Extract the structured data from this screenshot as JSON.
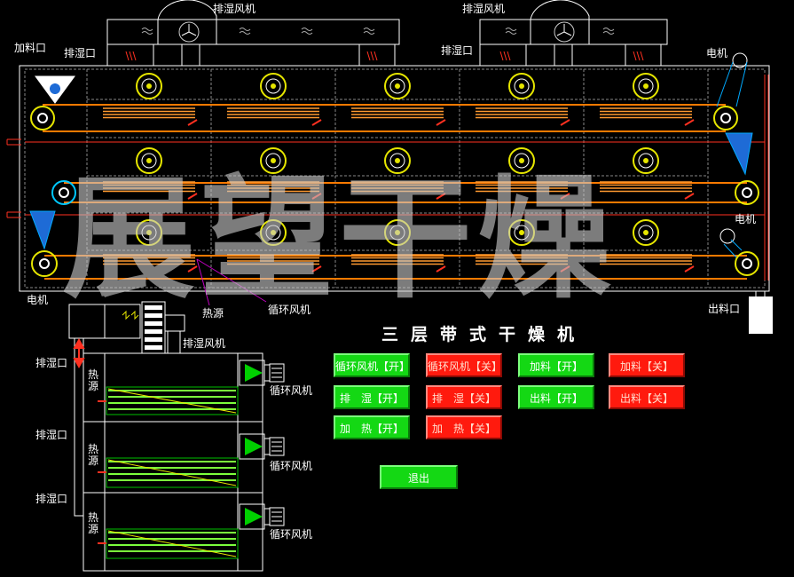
{
  "labels": {
    "exhaust_fan_top_left": "排湿风机",
    "exhaust_fan_top_right": "排湿风机",
    "feed_port": "加料口",
    "exhaust_port_top_left": "排湿口",
    "exhaust_port_top_right": "排湿口",
    "motor_top_right": "电机",
    "motor_mid_right": "电机",
    "motor_bottom_left": "电机",
    "heat_source_top": "热源",
    "circulation_fan_top": "循环风机",
    "discharge_port": "出料口",
    "exhaust_fan_side": "排湿风机",
    "side_exhaust_1": "排湿口",
    "side_exhaust_2": "排湿口",
    "side_exhaust_3": "排湿口",
    "side_heat_1": "热源",
    "side_heat_2": "热源",
    "side_heat_3": "热源",
    "side_circ_fan_1": "循环风机",
    "side_circ_fan_2": "循环风机",
    "side_circ_fan_3": "循环风机"
  },
  "title": "三层带式干燥机",
  "watermark": "展望干燥",
  "controls": {
    "circ_fan_on": "循环风机【开】",
    "circ_fan_off": "循环风机【关】",
    "feed_on": "加料【开】",
    "feed_off": "加料【关】",
    "dehumid_on": "排　湿【开】",
    "dehumid_off": "排　湿【关】",
    "discharge_on": "出料【开】",
    "discharge_off": "出料【关】",
    "heat_on": "加　热【开】",
    "heat_off": "加　热【关】",
    "exit": "退出"
  },
  "colors": {
    "on_button": "#14d814",
    "off_button": "#ff1a0e",
    "belt": "#ff7a00",
    "heater": "#ff9a30",
    "fan_ring": "#e6e600",
    "outline": "#ffffff"
  }
}
